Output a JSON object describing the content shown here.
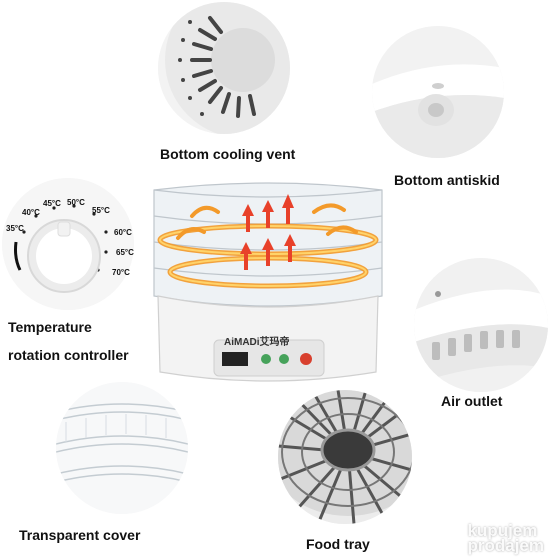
{
  "labels": {
    "bottom_cooling_vent": "Bottom cooling vent",
    "bottom_antiskid": "Bottom antiskid",
    "temperature": "Temperature",
    "rotation_controller": "rotation controller",
    "air_outlet": "Air outlet",
    "transparent_cover": "Transparent cover",
    "food_tray": "Food tray"
  },
  "dial": {
    "ticks": [
      "35°C",
      "40°C",
      "45°C",
      "50°C",
      "55°C",
      "60°C",
      "65°C",
      "70°C"
    ]
  },
  "device": {
    "brand": "AiMADi艾玛帝"
  },
  "watermark": {
    "line1": "kupujem",
    "line2": "prodajem"
  },
  "colors": {
    "heat_orange": "#f39a2a",
    "arrow_red": "#e8412a",
    "device_white": "#f2f2f2"
  }
}
